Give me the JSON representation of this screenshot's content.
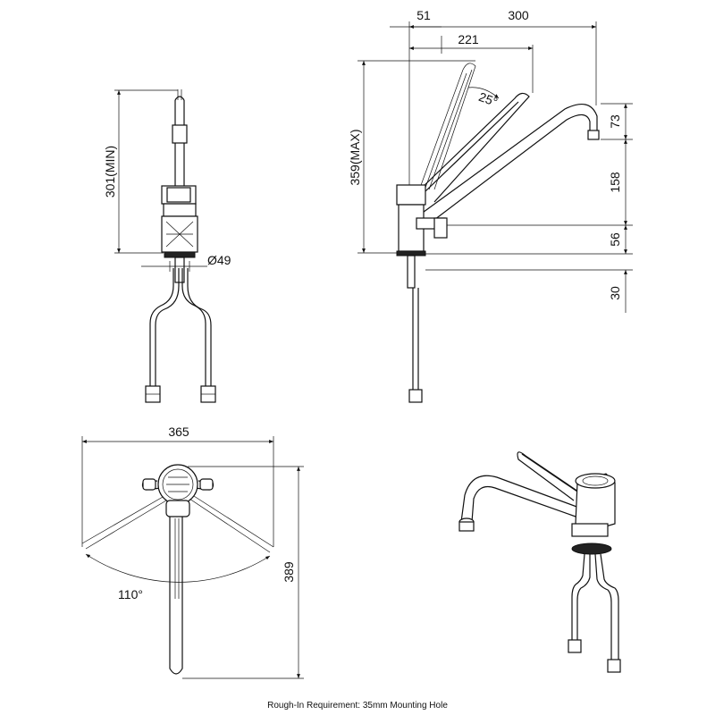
{
  "dimensions": {
    "side_height": "301(MIN)",
    "diameter": "Ø49",
    "front_offset": "51",
    "spout_reach": "300",
    "lever_reach": "221",
    "lever_angle": "25°",
    "max_height": "359(MAX)",
    "spout_drop": "73",
    "spout_height": "158",
    "body_height": "56",
    "under_deck": "30",
    "swing_width": "365",
    "swing_angle": "110°",
    "plan_depth": "389"
  },
  "caption": "Rough-In Requirement: 35mm Mounting Hole"
}
